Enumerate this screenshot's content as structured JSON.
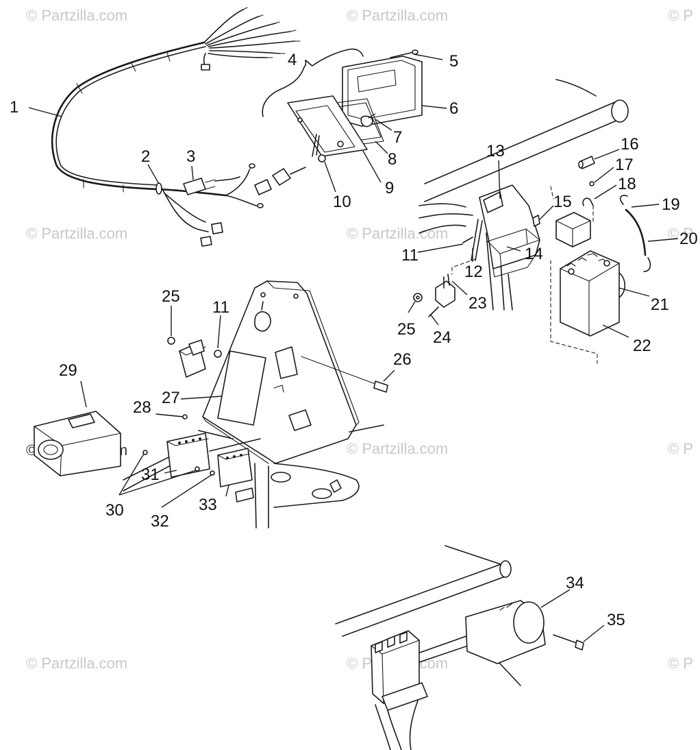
{
  "watermark": {
    "text": "© Partzilla.com",
    "text_short": "© P"
  },
  "callouts": [
    {
      "id": "c1",
      "label": "1"
    },
    {
      "id": "c2",
      "label": "2"
    },
    {
      "id": "c3",
      "label": "3"
    },
    {
      "id": "c4",
      "label": "4"
    },
    {
      "id": "c5",
      "label": "5"
    },
    {
      "id": "c6",
      "label": "6"
    },
    {
      "id": "c7",
      "label": "7"
    },
    {
      "id": "c8",
      "label": "8"
    },
    {
      "id": "c9",
      "label": "9"
    },
    {
      "id": "c10",
      "label": "10"
    },
    {
      "id": "c11a",
      "label": "11"
    },
    {
      "id": "c11b",
      "label": "11"
    },
    {
      "id": "c12",
      "label": "12"
    },
    {
      "id": "c13",
      "label": "13"
    },
    {
      "id": "c14",
      "label": "14"
    },
    {
      "id": "c15",
      "label": "15"
    },
    {
      "id": "c16",
      "label": "16"
    },
    {
      "id": "c17",
      "label": "17"
    },
    {
      "id": "c18",
      "label": "18"
    },
    {
      "id": "c19",
      "label": "19"
    },
    {
      "id": "c20",
      "label": "20"
    },
    {
      "id": "c21",
      "label": "21"
    },
    {
      "id": "c22",
      "label": "22"
    },
    {
      "id": "c23",
      "label": "23"
    },
    {
      "id": "c24",
      "label": "24"
    },
    {
      "id": "c25a",
      "label": "25"
    },
    {
      "id": "c25b",
      "label": "25"
    },
    {
      "id": "c26",
      "label": "26"
    },
    {
      "id": "c27",
      "label": "27"
    },
    {
      "id": "c28",
      "label": "28"
    },
    {
      "id": "c29",
      "label": "29"
    },
    {
      "id": "c30",
      "label": "30"
    },
    {
      "id": "c31",
      "label": "31"
    },
    {
      "id": "c32",
      "label": "32"
    },
    {
      "id": "c33",
      "label": "33"
    },
    {
      "id": "c34",
      "label": "34"
    },
    {
      "id": "c35",
      "label": "35"
    }
  ],
  "colors": {
    "line": "#1a1a1a",
    "watermark": "#c8c8c8",
    "background": "#ffffff"
  }
}
